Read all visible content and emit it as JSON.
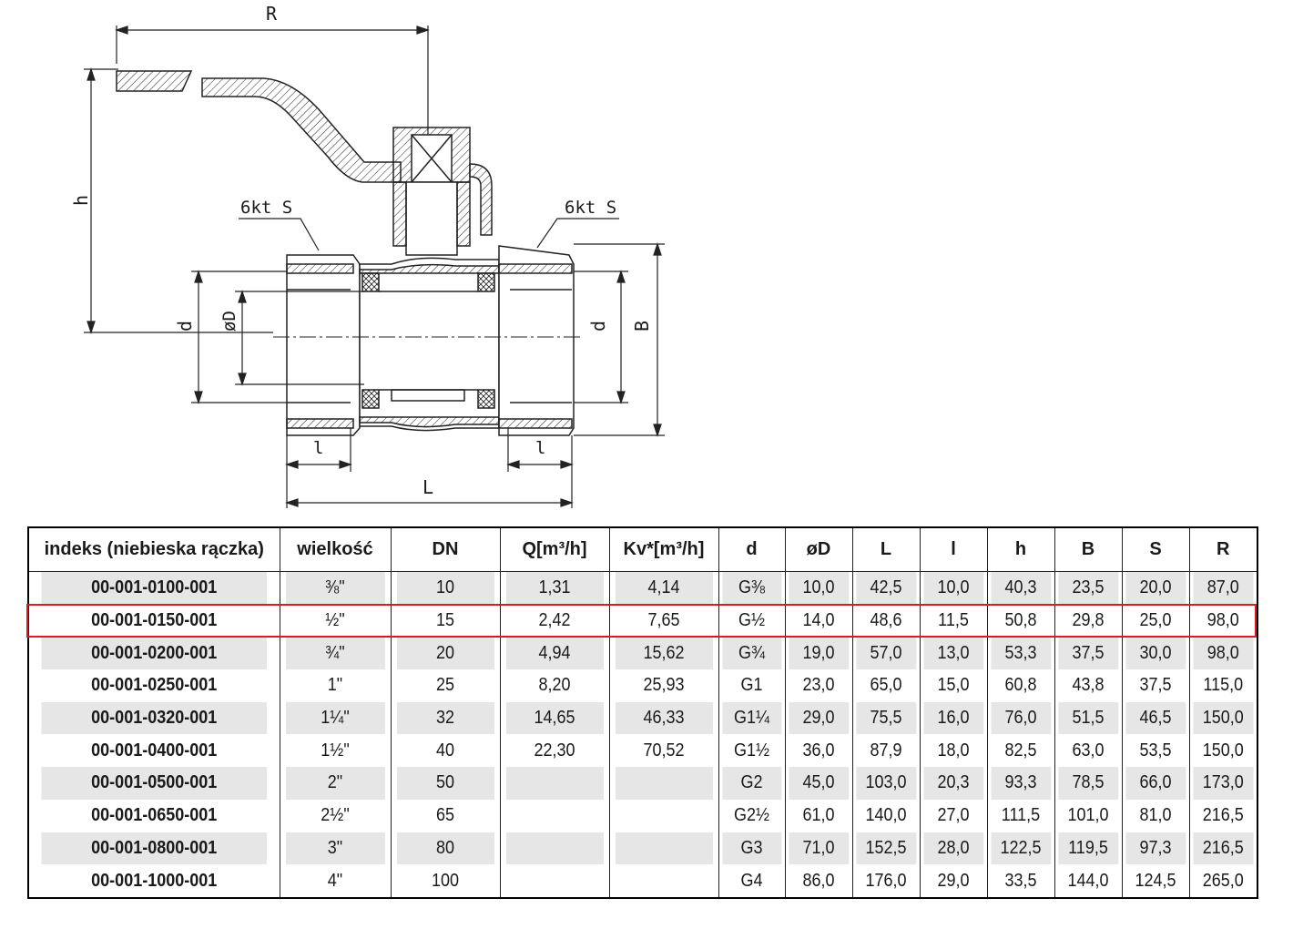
{
  "drawing": {
    "labels": {
      "R": "R",
      "h": "h",
      "hex_left": "6kt S",
      "hex_right": "6kt S",
      "d_left": "d",
      "oD": "øD",
      "d_right": "d",
      "B": "B",
      "l_left": "l",
      "l_right": "l",
      "L": "L"
    }
  },
  "table": {
    "headers": [
      "indeks (niebieska rączka)",
      "wielkość",
      "DN",
      "Q[m³/h]",
      "Kv*[m³/h]",
      "d",
      "øD",
      "L",
      "l",
      "h",
      "B",
      "S",
      "R"
    ],
    "rows": [
      [
        "00-001-0100-001",
        "⅜\"",
        "10",
        "1,31",
        "4,14",
        "G⅜",
        "10,0",
        "42,5",
        "10,0",
        "40,3",
        "23,5",
        "20,0",
        "87,0"
      ],
      [
        "00-001-0150-001",
        "½\"",
        "15",
        "2,42",
        "7,65",
        "G½",
        "14,0",
        "48,6",
        "11,5",
        "50,8",
        "29,8",
        "25,0",
        "98,0"
      ],
      [
        "00-001-0200-001",
        "¾\"",
        "20",
        "4,94",
        "15,62",
        "G¾",
        "19,0",
        "57,0",
        "13,0",
        "53,3",
        "37,5",
        "30,0",
        "98,0"
      ],
      [
        "00-001-0250-001",
        "1\"",
        "25",
        "8,20",
        "25,93",
        "G1",
        "23,0",
        "65,0",
        "15,0",
        "60,8",
        "43,8",
        "37,5",
        "115,0"
      ],
      [
        "00-001-0320-001",
        "1¼\"",
        "32",
        "14,65",
        "46,33",
        "G1¼",
        "29,0",
        "75,5",
        "16,0",
        "76,0",
        "51,5",
        "46,5",
        "150,0"
      ],
      [
        "00-001-0400-001",
        "1½\"",
        "40",
        "22,30",
        "70,52",
        "G1½",
        "36,0",
        "87,9",
        "18,0",
        "82,5",
        "63,0",
        "53,5",
        "150,0"
      ],
      [
        "00-001-0500-001",
        "2\"",
        "50",
        "",
        "",
        "G2",
        "45,0",
        "103,0",
        "20,3",
        "93,3",
        "78,5",
        "66,0",
        "173,0"
      ],
      [
        "00-001-0650-001",
        "2½\"",
        "65",
        "",
        "",
        "G2½",
        "61,0",
        "140,0",
        "27,0",
        "111,5",
        "101,0",
        "81,0",
        "216,5"
      ],
      [
        "00-001-0800-001",
        "3\"",
        "80",
        "",
        "",
        "G3",
        "71,0",
        "152,5",
        "28,0",
        "122,5",
        "119,5",
        "97,3",
        "216,5"
      ],
      [
        "00-001-1000-001",
        "4\"",
        "100",
        "",
        "",
        "G4",
        "86,0",
        "176,0",
        "29,0",
        "33,5",
        "144,0",
        "124,5",
        "265,0"
      ]
    ],
    "highlighted_row": 1,
    "colors": {
      "highlight": "#d91c24",
      "stripe": "#e6e6e6"
    }
  }
}
